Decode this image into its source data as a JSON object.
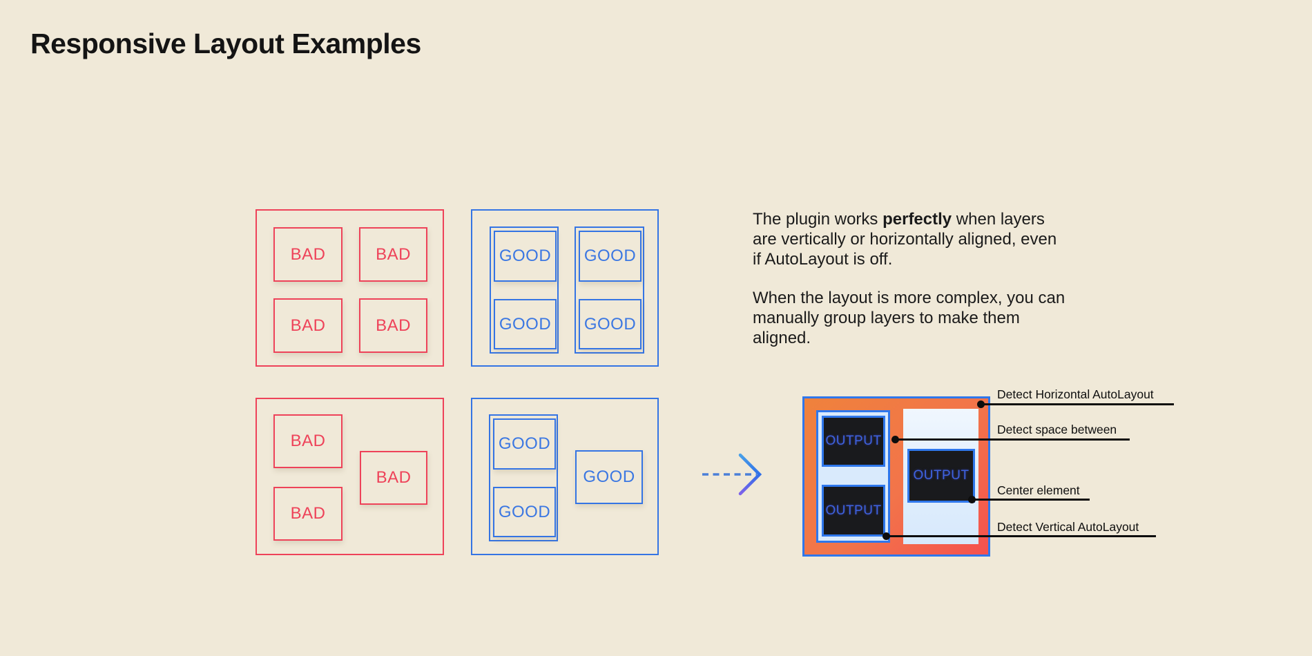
{
  "title": "Responsive Layout Examples",
  "labels": {
    "bad": "BAD",
    "good": "GOOD",
    "output": "OUTPUT"
  },
  "description": {
    "p1_before": "The plugin works ",
    "p1_bold": "perfectly",
    "p1_after": " when layers are vertically or horizontally aligned, even if AutoLayout is off.",
    "p2": "When the layout is more complex, you can manually group layers to make them aligned."
  },
  "annotations": [
    {
      "label": "Detect Horizontal AutoLayout"
    },
    {
      "label": "Detect space between"
    },
    {
      "label": "Center element"
    },
    {
      "label": "Detect Vertical AutoLayout"
    }
  ],
  "colors": {
    "background": "#f0e9d8",
    "bad_red": "#ee4259",
    "good_blue": "#3474e4",
    "output_border_blue": "#2e77ec",
    "output_text_blue": "#3e63e0",
    "dark_box": "#191a1d",
    "panel_light_blue": "#d9eafc",
    "gradient_orange": "#ef823c",
    "gradient_red": "#f5514e",
    "annotation_black": "#0d0d0d"
  }
}
